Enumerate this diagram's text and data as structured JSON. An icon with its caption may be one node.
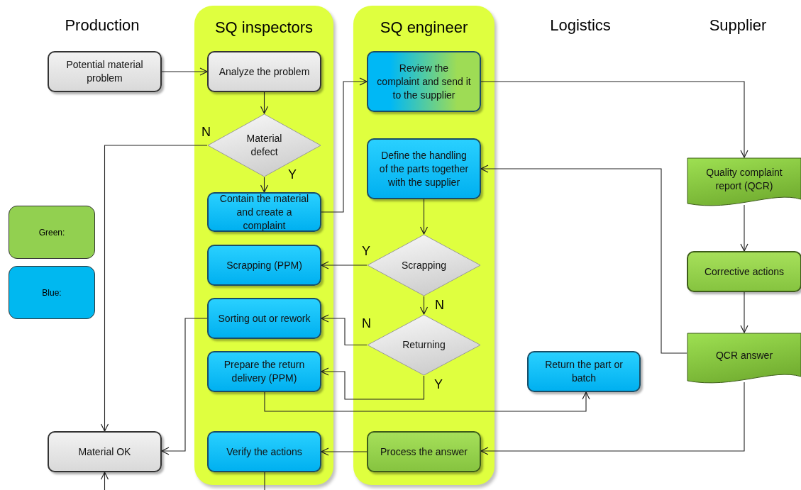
{
  "diagram": {
    "nodes": [
      {
        "text": [
          "SQ inspectors"
        ]
      },
      {
        "text": [
          "SQ engineer"
        ]
      },
      {
        "text": [
          "Potential material problem"
        ]
      },
      {
        "text": [
          "Analyze the problem"
        ],
        "in": 0
      },
      {
        "text": [
          "Material defect"
        ],
        "in": 0
      },
      {
        "text": [
          "Contain the material and create a complaint"
        ],
        "in": 0
      },
      {
        "text": [
          "Scrapping (PPM)"
        ],
        "in": 0
      },
      {
        "text": [
          "Sorting out or rework"
        ],
        "in": 0
      },
      {
        "text": [
          "Prepare the return delivery (PPM)"
        ],
        "in": 0
      },
      {
        "text": [
          "Verify the actions"
        ],
        "in": 0
      },
      {
        "text": [
          "Review the complaint and send it to the supplier"
        ],
        "in": 1
      },
      {
        "text": [
          "Define the handling of the parts together with the supplier"
        ],
        "in": 1
      },
      {
        "text": [
          "Scrapping"
        ],
        "in": 1
      },
      {
        "text": [
          "Returning"
        ],
        "in": 1
      },
      {
        "text": [
          "Process the answer"
        ],
        "in": 1
      },
      {
        "text": [
          "Return the part or batch"
        ]
      },
      {
        "text": [
          "Quality complaint report (QCR)"
        ]
      },
      {
        "text": [
          "Corrective actions"
        ]
      },
      {
        "text": [
          "QCR answer"
        ]
      },
      {
        "text": [
          "Material OK"
        ]
      }
    ],
    "edges": [
      {
        "from": 2,
        "to": 3,
        "arrow": "to"
      },
      {
        "from": 3,
        "to": 4,
        "arrow": "to"
      },
      {
        "from": 4,
        "to": 5,
        "arrow": "to",
        "label": "Y"
      },
      {
        "from": 4,
        "to": 19,
        "arrow": "to",
        "label": "N"
      },
      {
        "from": 5,
        "to": 10,
        "arrow": "to"
      },
      {
        "from": 10,
        "to": 16,
        "arrow": "to"
      },
      {
        "from": 16,
        "to": 17,
        "arrow": "to"
      },
      {
        "from": 17,
        "to": 18,
        "arrow": "to"
      },
      {
        "from": 18,
        "to": 11,
        "arrow": "to"
      },
      {
        "from": 11,
        "to": 12,
        "arrow": "to"
      },
      {
        "from": 12,
        "to": 6,
        "arrow": "to",
        "label": "Y"
      },
      {
        "from": 12,
        "to": 13,
        "arrow": "to",
        "label": "N"
      },
      {
        "from": 13,
        "to": 7,
        "arrow": "to",
        "label": "N"
      },
      {
        "from": 13,
        "to": 8,
        "arrow": "to",
        "label": "Y"
      },
      {
        "from": 8,
        "to": 15,
        "arrow": "to"
      },
      {
        "from": 18,
        "to": 14,
        "arrow": "to"
      },
      {
        "from": 14,
        "to": 9,
        "arrow": "to"
      },
      {
        "from": 7,
        "to": 19,
        "arrow": "to"
      },
      {
        "from": 9,
        "to": null,
        "arrow": "none"
      },
      {
        "from": null,
        "to": 19,
        "arrow": "to"
      }
    ],
    "labels": [
      "Production",
      "Logistics",
      "Supplier"
    ],
    "legend": [
      {
        "text": "Green:",
        "color": "#92d050"
      },
      {
        "text": "Blue:",
        "color": "#00b8f0"
      }
    ]
  }
}
